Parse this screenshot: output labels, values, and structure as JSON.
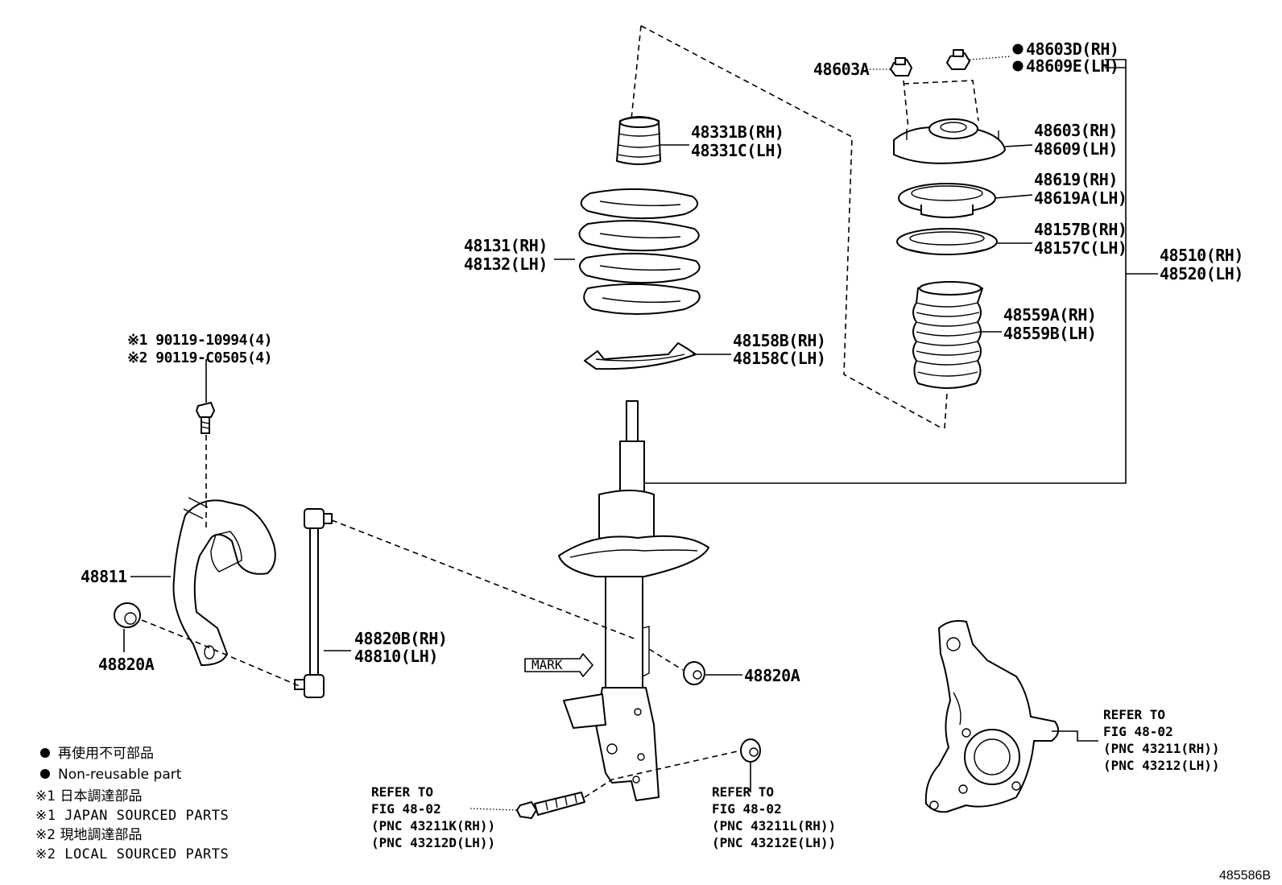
{
  "labels": {
    "p48603A": "48603A",
    "p48603D": "48603D(RH)",
    "p48609E": "48609E(LH)",
    "p48331B": "48331B(RH)",
    "p48331C": "48331C(LH)",
    "p48603": "48603(RH)",
    "p48609": "48609(LH)",
    "p48619": "48619(RH)",
    "p48619A": "48619A(LH)",
    "p48157B": "48157B(RH)",
    "p48157C": "48157C(LH)",
    "p48131": "48131(RH)",
    "p48132": "48132(LH)",
    "p48510": "48510(RH)",
    "p48520": "48520(LH)",
    "p48559A": "48559A(RH)",
    "p48559B": "48559B(LH)",
    "p48158B": "48158B(RH)",
    "p48158C": "48158C(LH)",
    "bolt1": "※1 90119-10994(4)",
    "bolt2": "※2 90119-C0505(4)",
    "p48811": "48811",
    "p48820B": "48820B(RH)",
    "p48810": "48810(LH)",
    "p48820A_left": "48820A",
    "p48820A_right": "48820A",
    "mark": "MARK"
  },
  "refer_left": [
    "REFER TO",
    "FIG 48-02",
    "(PNC 43211K(RH))",
    "(PNC 43212D(LH))"
  ],
  "refer_mid": [
    "REFER TO",
    "FIG 48-02",
    "(PNC 43211L(RH))",
    "(PNC 43212E(LH))"
  ],
  "refer_right": [
    "REFER TO",
    "FIG 48-02",
    "(PNC 43211(RH))",
    "(PNC 43212(LH))"
  ],
  "legend": {
    "line1": "再使用不可部品",
    "line2": "Non-reusable part",
    "line3": "※1 日本調達部品",
    "line4": "※1 JAPAN SOURCED PARTS",
    "line5": "※2 現地調達部品",
    "line6": "※2 LOCAL SOURCED PARTS"
  },
  "figure_id": "485586B"
}
